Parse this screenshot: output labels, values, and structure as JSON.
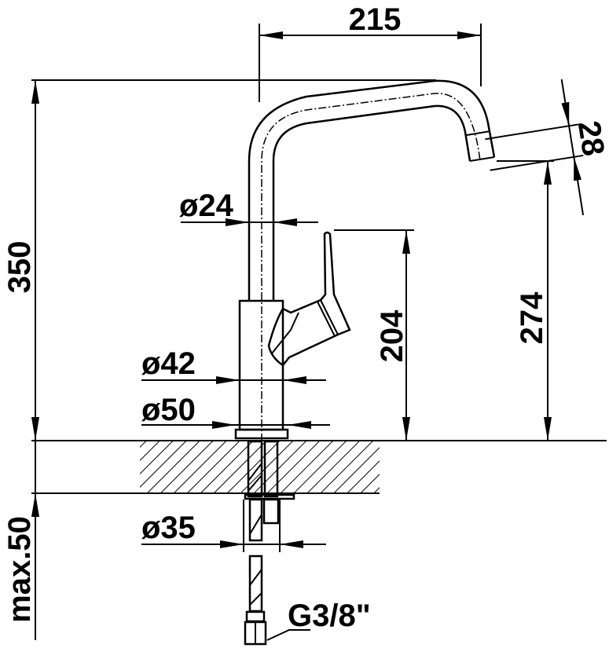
{
  "drawing": {
    "dimensions": {
      "spout_reach": "215",
      "total_height": "350",
      "spout_outlet_diameter": "28",
      "spout_clearance": "274",
      "lever_height": "204",
      "tube_diameter": "ø24",
      "body_diameter": "ø42",
      "base_diameter": "ø50",
      "hole_diameter": "ø35",
      "max_counter_thickness": "max.50",
      "connection_thread": "G3/8\""
    }
  }
}
